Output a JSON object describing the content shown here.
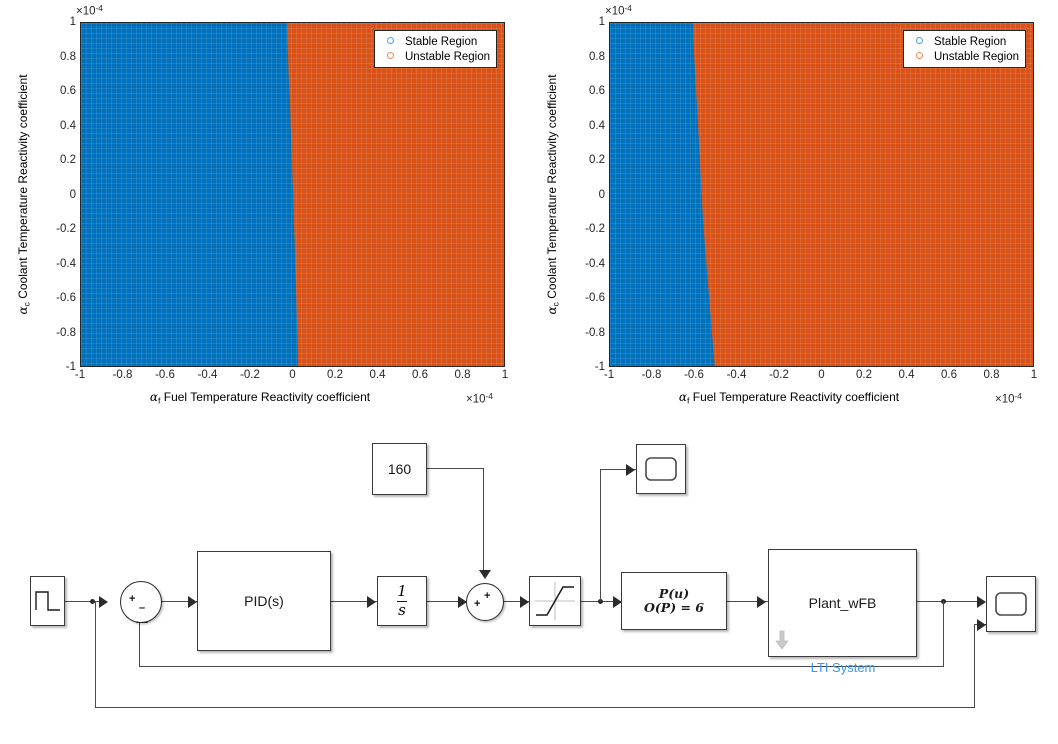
{
  "charts": [
    {
      "id": "chart-left",
      "chart_data": {
        "type": "heatmap",
        "title": "",
        "xlabel_prefix": "α_f",
        "xlabel": "Fuel Temperature Reactivity coefficient",
        "ylabel_prefix": "α_c",
        "ylabel": "Coolant Temperature Reactivity coefficient",
        "x_exponent": "×10-4",
        "y_exponent": "×10-4",
        "xlim": [
          -1,
          1
        ],
        "ylim": [
          -1,
          1
        ],
        "xticks": [
          "-1",
          "-0.8",
          "-0.6",
          "-0.4",
          "-0.2",
          "0",
          "0.2",
          "0.4",
          "0.6",
          "0.8",
          "1"
        ],
        "yticks": [
          "1",
          "0.8",
          "0.6",
          "0.4",
          "0.2",
          "0",
          "-0.2",
          "-0.4",
          "-0.6",
          "-0.8",
          "-1"
        ],
        "xtick_values": [
          -1,
          -0.8,
          -0.6,
          -0.4,
          -0.2,
          0,
          0.2,
          0.4,
          0.6,
          0.8,
          1
        ],
        "ytick_values": [
          1,
          0.8,
          0.6,
          0.4,
          0.2,
          0,
          -0.2,
          -0.4,
          -0.6,
          -0.8,
          -1
        ],
        "grid": false,
        "legend_position": "top-right",
        "series": [
          {
            "name": "Stable Region",
            "color": "#0072BD",
            "marker": "o"
          },
          {
            "name": "Unstable Region",
            "color": "#D95319",
            "marker": "o"
          }
        ],
        "boundary_note": "Stability boundary is near alpha_f = 0",
        "boundary_x_at_ymax": -0.03,
        "boundary_x_at_ymin": 0.05,
        "boundary_profile": [
          {
            "y": 1.0,
            "x": -0.03
          },
          {
            "y": 0.8,
            "x": -0.02
          },
          {
            "y": 0.6,
            "x": -0.01
          },
          {
            "y": 0.4,
            "x": 0.0
          },
          {
            "y": 0.2,
            "x": 0.01
          },
          {
            "y": 0.0,
            "x": 0.015
          },
          {
            "y": -0.2,
            "x": 0.02
          },
          {
            "y": -0.4,
            "x": 0.03
          },
          {
            "y": -0.6,
            "x": 0.04
          },
          {
            "y": -0.8,
            "x": 0.045
          },
          {
            "y": -1.0,
            "x": 0.05
          }
        ]
      }
    },
    {
      "id": "chart-right",
      "chart_data": {
        "type": "heatmap",
        "title": "",
        "xlabel_prefix": "α_f",
        "xlabel": "Fuel Temperature Reactivity coefficient",
        "ylabel_prefix": "α_c",
        "ylabel": "Coolant Temperature Reactivity coefficient",
        "x_exponent": "×10-4",
        "y_exponent": "×10-4",
        "xlim": [
          -1,
          1
        ],
        "ylim": [
          -1,
          1
        ],
        "xticks": [
          "-1",
          "-0.8",
          "-0.6",
          "-0.4",
          "-0.2",
          "0",
          "0.2",
          "0.4",
          "0.6",
          "0.8",
          "1"
        ],
        "yticks": [
          "1",
          "0.8",
          "0.6",
          "0.4",
          "0.2",
          "0",
          "-0.2",
          "-0.4",
          "-0.6",
          "-0.8",
          "-1"
        ],
        "xtick_values": [
          -1,
          -0.8,
          -0.6,
          -0.4,
          -0.2,
          0,
          0.2,
          0.4,
          0.6,
          0.8,
          1
        ],
        "ytick_values": [
          1,
          0.8,
          0.6,
          0.4,
          0.2,
          0,
          -0.2,
          -0.4,
          -0.6,
          -0.8,
          -1
        ],
        "grid": false,
        "legend_position": "top-right",
        "series": [
          {
            "name": "Stable Region",
            "color": "#0072BD",
            "marker": "o"
          },
          {
            "name": "Unstable Region",
            "color": "#D95319",
            "marker": "o"
          }
        ],
        "boundary_note": "Stability boundary is near alpha_f = -0.55e-4",
        "boundary_x_at_ymax": -0.61,
        "boundary_x_at_ymin": -0.49,
        "boundary_profile": [
          {
            "y": 1.0,
            "x": -0.61
          },
          {
            "y": 0.8,
            "x": -0.6
          },
          {
            "y": 0.6,
            "x": -0.585
          },
          {
            "y": 0.4,
            "x": -0.575
          },
          {
            "y": 0.2,
            "x": -0.565
          },
          {
            "y": 0.0,
            "x": -0.555
          },
          {
            "y": -0.2,
            "x": -0.545
          },
          {
            "y": -0.4,
            "x": -0.53
          },
          {
            "y": -0.6,
            "x": -0.515
          },
          {
            "y": -0.8,
            "x": -0.5
          },
          {
            "y": -1.0,
            "x": -0.49
          }
        ]
      }
    }
  ],
  "colors": {
    "stable": "#0072BD",
    "unstable": "#D95319",
    "axis": "#262626",
    "annotation": "#3399FF",
    "wire": "#4a4a4a",
    "block_border": "#3a3a3a"
  },
  "legend": {
    "stable_label": "Stable Region",
    "unstable_label": "Unstable Region",
    "marker": "o"
  },
  "diagram": {
    "name": "simulink-block-diagram",
    "blocks": {
      "step": {
        "label": "",
        "icon": "step-input-icon"
      },
      "sum1": {
        "signs": [
          "+",
          "–"
        ]
      },
      "pid": {
        "label": "PID(s)"
      },
      "integrator": {
        "num": "1",
        "den": "s"
      },
      "constant": {
        "label": "160"
      },
      "sum2": {
        "signs": [
          "+",
          "+"
        ]
      },
      "saturation": {
        "label": "",
        "icon": "saturation-icon"
      },
      "polyval": {
        "line1": "P(u)",
        "line2": "O(P) = 6"
      },
      "plant": {
        "label": "Plant_wFB",
        "annotation": "LTI System"
      },
      "scope_top": {
        "label": "",
        "icon": "scope-icon"
      },
      "scope_right": {
        "label": "",
        "icon": "scope-icon"
      }
    }
  }
}
